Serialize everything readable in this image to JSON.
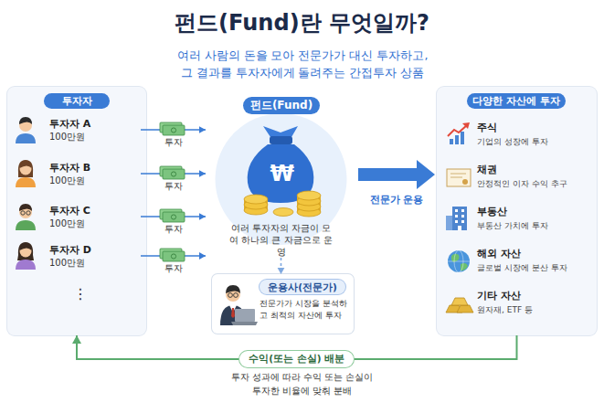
{
  "diagram": {
    "title": "펀드(Fund)란 무엇일까?",
    "nodes": [
      {
        "text": [
          "투자자"
        ]
      },
      {
        "text": [
          "투자자 A",
          "100만원"
        ],
        "in": 0
      },
      {
        "text": [
          "투자자 B",
          "100만원"
        ],
        "in": 0
      },
      {
        "text": [
          "투자자 C",
          "100만원"
        ],
        "in": 0
      },
      {
        "text": [
          "투자자 D",
          "100만원"
        ],
        "in": 0
      },
      {
        "text": [
          "펀드(Fund)",
          "여러 투자자의 자금이 모여 하나의 큰 자금으로 운영"
        ]
      },
      {
        "text": [
          "운용사(전문가)",
          "전문가가 시장을 분석하고 최적의 자산에 투자"
        ]
      },
      {
        "text": [
          "다양한 자산에 투자"
        ]
      },
      {
        "text": [
          "주식",
          "기업의 성장에 투자"
        ],
        "in": 7
      },
      {
        "text": [
          "채권",
          "안정적인 이자 수익 추구"
        ],
        "in": 7
      },
      {
        "text": [
          "부동산",
          "부동산 가치에 투자"
        ],
        "in": 7
      },
      {
        "text": [
          "해외 자산",
          "글로벌 시장에 분산 투자"
        ],
        "in": 7
      },
      {
        "text": [
          "기타 자산",
          "원자재, ETF 등"
        ],
        "in": 7
      }
    ],
    "edges": [
      {
        "from": 1,
        "to": 5,
        "label": "투자",
        "arrow": "to"
      },
      {
        "from": 2,
        "to": 5,
        "label": "투자",
        "arrow": "to"
      },
      {
        "from": 3,
        "to": 5,
        "label": "투자",
        "arrow": "to"
      },
      {
        "from": 4,
        "to": 5,
        "label": "투자",
        "arrow": "to"
      },
      {
        "from": 5,
        "to": 7,
        "label": "전문가 운용",
        "arrow": "to"
      },
      {
        "from": 5,
        "to": 6,
        "arrow": "to"
      },
      {
        "from": 7,
        "to": 0,
        "label": "수익(또는 손실) 배분",
        "arrow": "to"
      }
    ],
    "labels": [
      "여러 사람의 돈을 모아 전문가가 대신 투자하고, 그 결과를 투자자에게 돌려주는 간접투자 상품",
      "⋮",
      "₩",
      "투자 성과에 따라 수익 또는 손실이 투자한 비율에 맞춰 분배"
    ]
  }
}
